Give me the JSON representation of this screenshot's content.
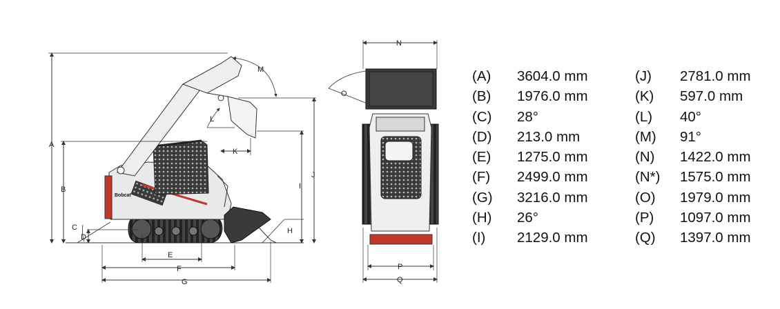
{
  "labels": {
    "A": "A",
    "B": "B",
    "C": "C",
    "D": "D",
    "E": "E",
    "F": "F",
    "G": "G",
    "H": "H",
    "I": "I",
    "J": "J",
    "K": "K",
    "L": "L",
    "M": "M",
    "N": "N",
    "O": "O",
    "P": "P",
    "Q": "Q"
  },
  "specs": {
    "left": [
      {
        "key": "(A)",
        "value": "3604.0 mm"
      },
      {
        "key": "(B)",
        "value": "1976.0 mm"
      },
      {
        "key": "(C)",
        "value": "28°"
      },
      {
        "key": "(D)",
        "value": "213.0 mm"
      },
      {
        "key": "(E)",
        "value": "1275.0 mm"
      },
      {
        "key": "(F)",
        "value": "2499.0 mm"
      },
      {
        "key": "(G)",
        "value": "3216.0 mm"
      },
      {
        "key": "(H)",
        "value": "26°"
      },
      {
        "key": "(I)",
        "value": "2129.0 mm"
      }
    ],
    "right": [
      {
        "key": "(J)",
        "value": "2781.0 mm"
      },
      {
        "key": "(K)",
        "value": "597.0 mm"
      },
      {
        "key": "(L)",
        "value": "40°"
      },
      {
        "key": "(M)",
        "value": "91°"
      },
      {
        "key": "(N)",
        "value": "1422.0 mm"
      },
      {
        "key": "(N*)",
        "value": "1575.0 mm"
      },
      {
        "key": "(O)",
        "value": "1979.0 mm"
      },
      {
        "key": "(P)",
        "value": "1097.0 mm"
      },
      {
        "key": "(Q)",
        "value": "1397.0 mm"
      }
    ]
  },
  "colors": {
    "line": "#333333",
    "body": "#e8e8e8",
    "dark": "#2a2a2a",
    "accent": "#c0392b"
  }
}
